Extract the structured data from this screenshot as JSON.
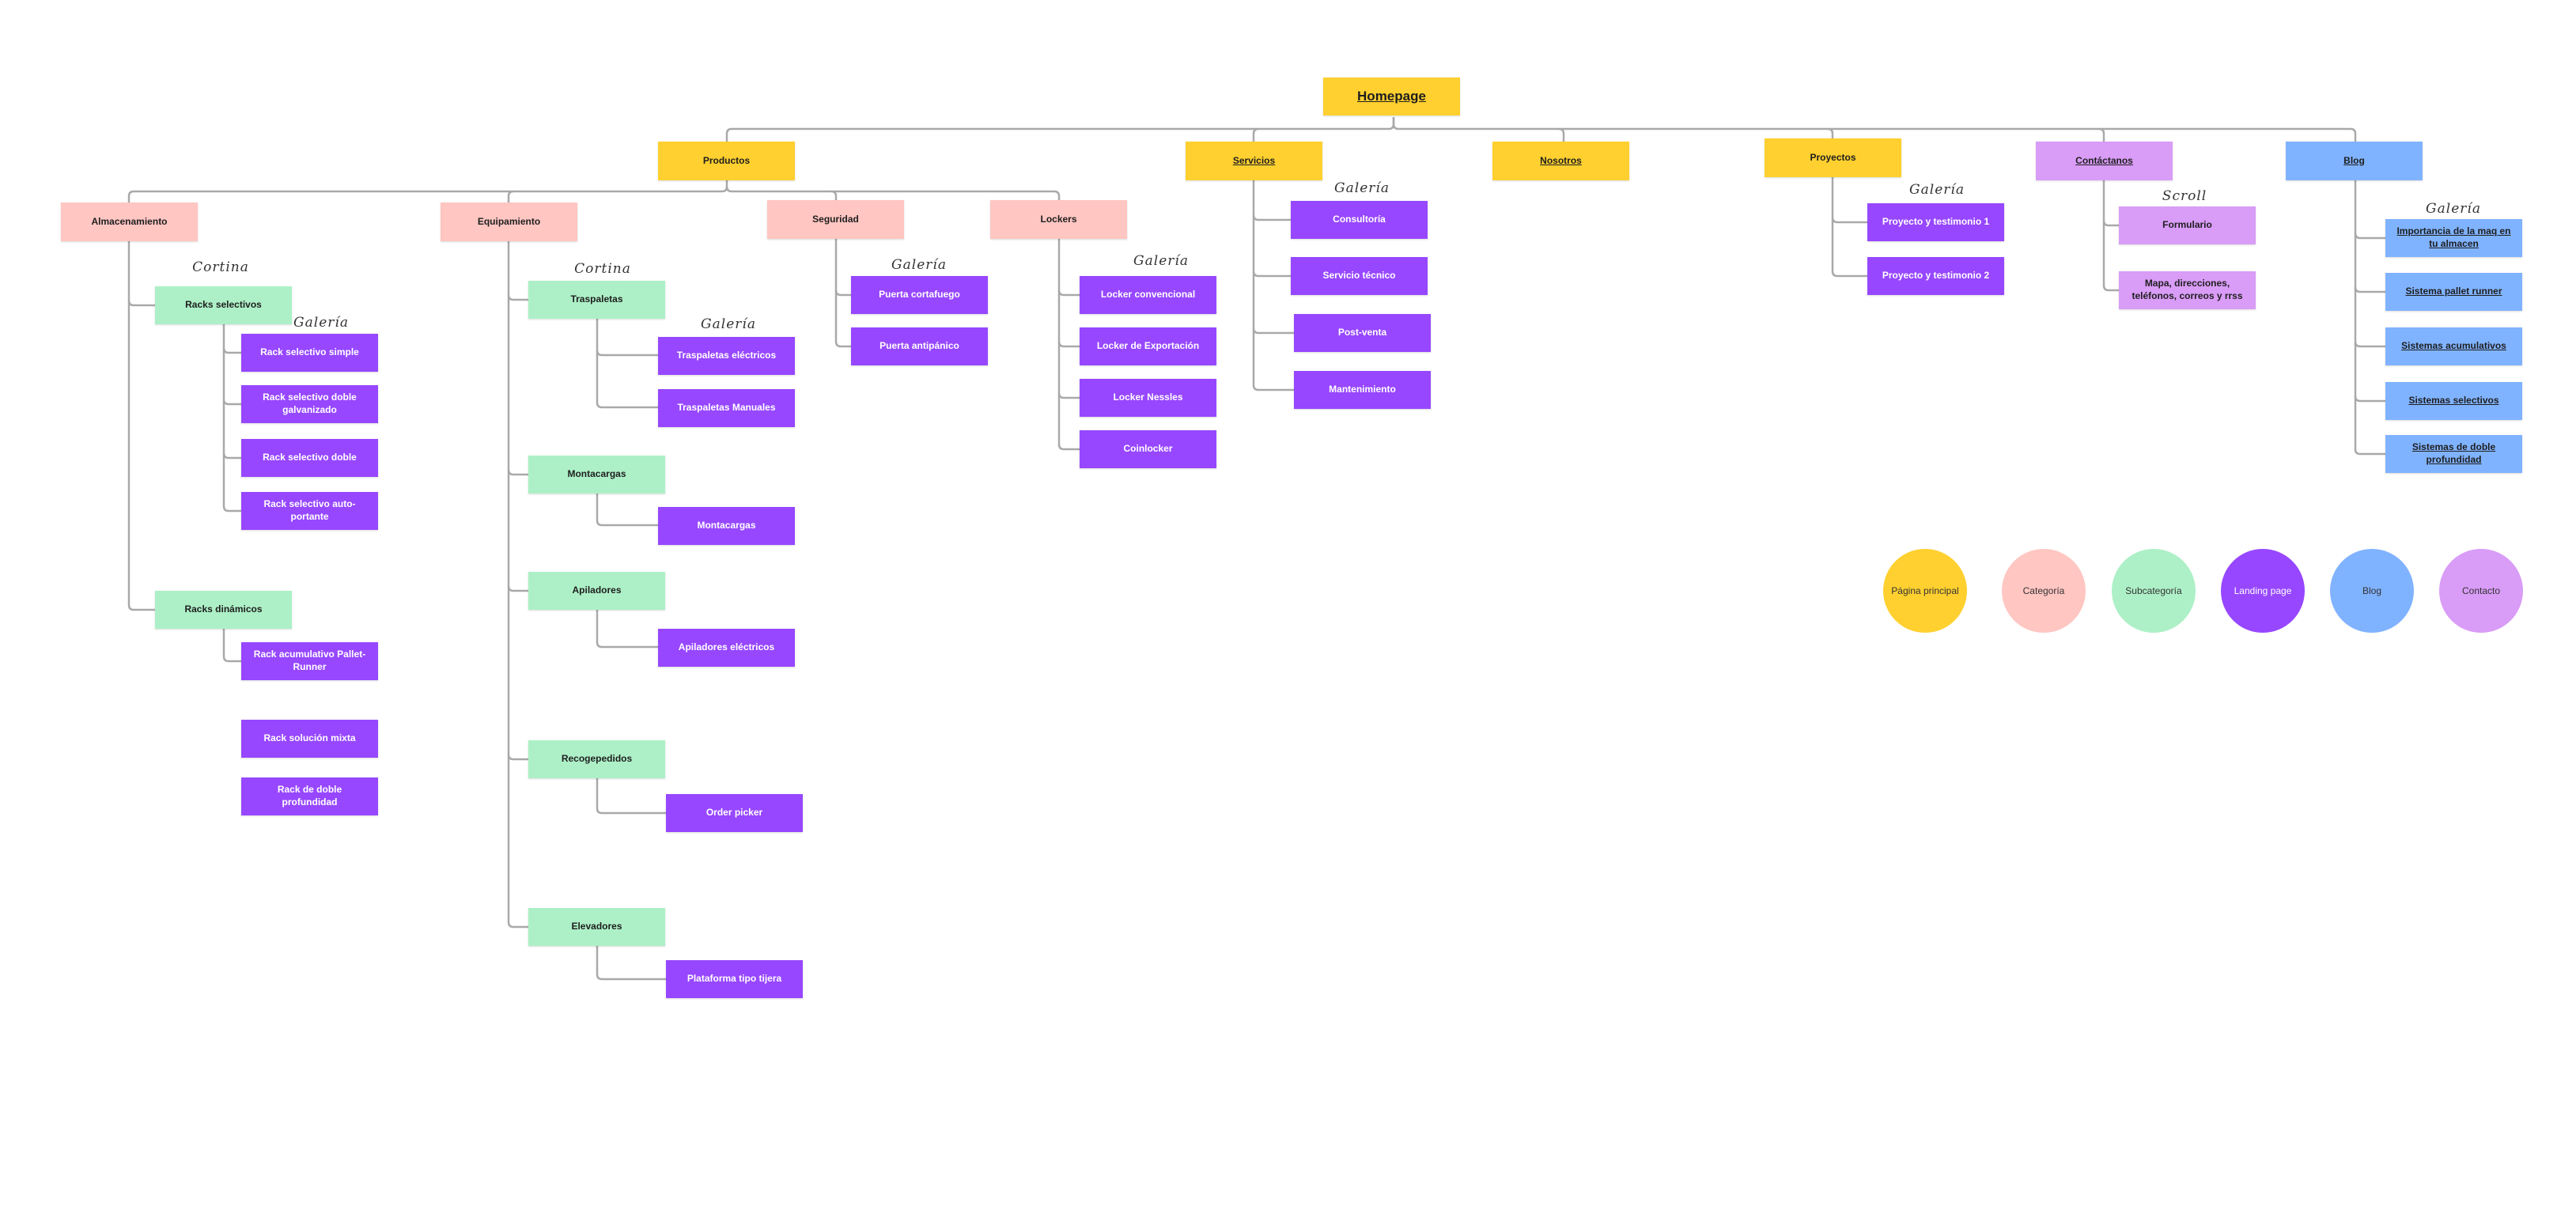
{
  "root": {
    "label": "Homepage"
  },
  "main_sections": {
    "productos": {
      "label": "Productos"
    },
    "servicios": {
      "label": "Servicios"
    },
    "nosotros": {
      "label": "Nosotros"
    },
    "proyectos": {
      "label": "Proyectos"
    },
    "contactanos": {
      "label": "Contáctanos"
    },
    "blog": {
      "label": "Blog"
    }
  },
  "productos": {
    "almacenamiento": {
      "label": "Almacenamiento",
      "racks_selectivos": {
        "label": "Racks selectivos",
        "note": "Cortina",
        "items_note": "Galería",
        "items": [
          "Rack selectivo simple",
          "Rack selectivo doble galvanizado",
          "Rack selectivo doble",
          "Rack selectivo auto-portante"
        ]
      },
      "racks_dinamicos": {
        "label": "Racks dinámicos",
        "items": [
          "Rack acumulativo Pallet-Runner"
        ]
      },
      "extra_items": [
        "Rack solución mixta",
        "Rack de doble profundidad"
      ]
    },
    "equipamiento": {
      "label": "Equipamiento",
      "traspaletas": {
        "label": "Traspaletas",
        "note": "Cortina",
        "items_note": "Galería",
        "items": [
          "Traspaletas eléctricos",
          "Traspaletas Manuales"
        ]
      },
      "montacargas": {
        "label": "Montacargas",
        "items": [
          "Montacargas"
        ]
      },
      "apiladores": {
        "label": "Apiladores",
        "items": [
          "Apiladores eléctricos"
        ]
      },
      "recogepedidos": {
        "label": "Recogepedidos",
        "items": [
          "Order picker"
        ]
      },
      "elevadores": {
        "label": "Elevadores",
        "items": [
          "Plataforma tipo tijera"
        ]
      }
    },
    "seguridad": {
      "label": "Seguridad",
      "note": "Galería",
      "items": [
        "Puerta cortafuego",
        "Puerta antipánico"
      ]
    },
    "lockers": {
      "label": "Lockers",
      "note": "Galería",
      "items": [
        "Locker convencional",
        "Locker de Exportación",
        "Locker Nessles",
        "Coinlocker"
      ]
    }
  },
  "servicios": {
    "note": "Galería",
    "items": [
      "Consultoría",
      "Servicio técnico",
      "Post-venta",
      "Mantenimiento"
    ]
  },
  "proyectos": {
    "note": "Galería",
    "items": [
      "Proyecto y testimonio 1",
      "Proyecto y testimonio 2"
    ]
  },
  "contactanos": {
    "note": "Scroll",
    "items": [
      "Formulario",
      "Mapa, direcciones, teléfonos, correos y rrss"
    ]
  },
  "blog": {
    "note": "Galería",
    "items": [
      "Importancia de la maq en tu almacen",
      "Sistema pallet runner",
      "Sistemas acumulativos",
      "Sistemas selectivos",
      "Sistemas de doble profundidad"
    ]
  },
  "legend": [
    {
      "label": "Página principal",
      "color": "#ffd02f"
    },
    {
      "label": "Categoría",
      "color": "#ffc6c2"
    },
    {
      "label": "Subcategoría",
      "color": "#adf0c7"
    },
    {
      "label": "Landing page",
      "color": "#9747ff"
    },
    {
      "label": "Blog",
      "color": "#80b3ff"
    },
    {
      "label": "Contacto",
      "color": "#d99cf7"
    }
  ],
  "colors": {
    "main_page": "#ffd02f",
    "category": "#ffc6c2",
    "subcategory": "#adf0c7",
    "landing": "#9747ff",
    "blog": "#80b3ff",
    "contact": "#d99cf7",
    "connector": "#a9a9a9"
  }
}
